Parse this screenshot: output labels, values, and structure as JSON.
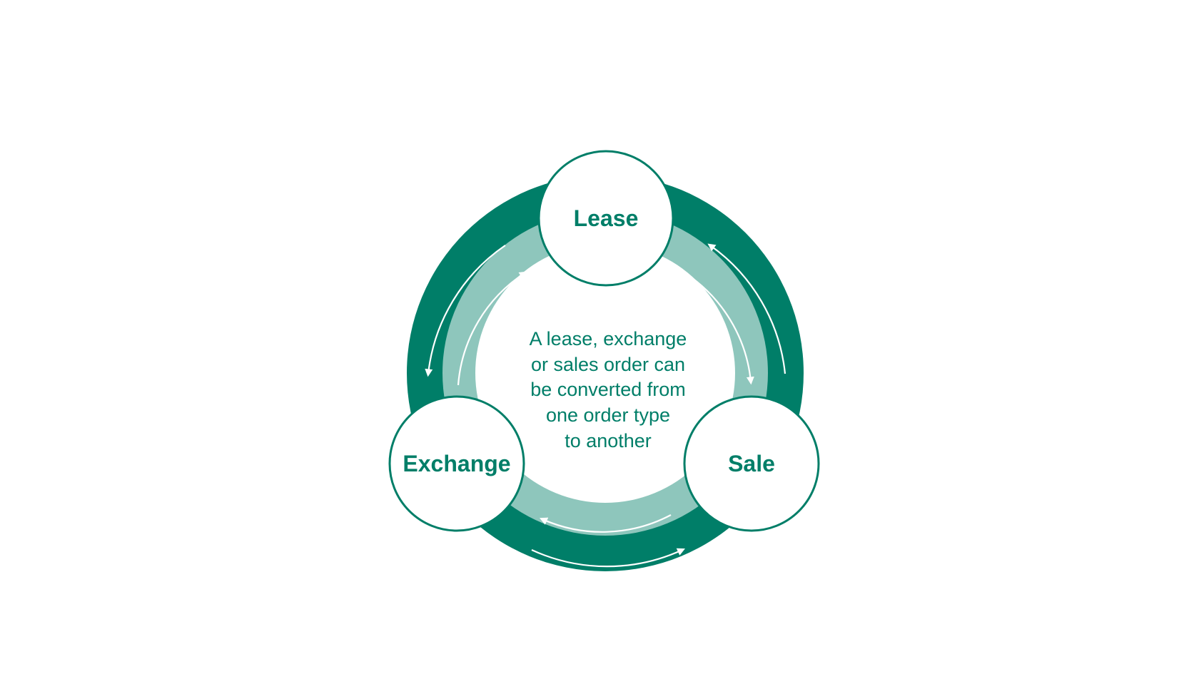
{
  "colors": {
    "primary": "#007E68",
    "light": "#8EC6BC",
    "node_fill": "#FFFFFF",
    "arrow": "#FFFFFF",
    "background": "#FFFFFF"
  },
  "nodes": {
    "lease": {
      "label": "Lease"
    },
    "sale": {
      "label": "Sale"
    },
    "exchange": {
      "label": "Exchange"
    }
  },
  "center": {
    "lines": [
      "A lease, exchange",
      "or sales order can",
      "be converted from",
      "one order type",
      "to another"
    ]
  }
}
